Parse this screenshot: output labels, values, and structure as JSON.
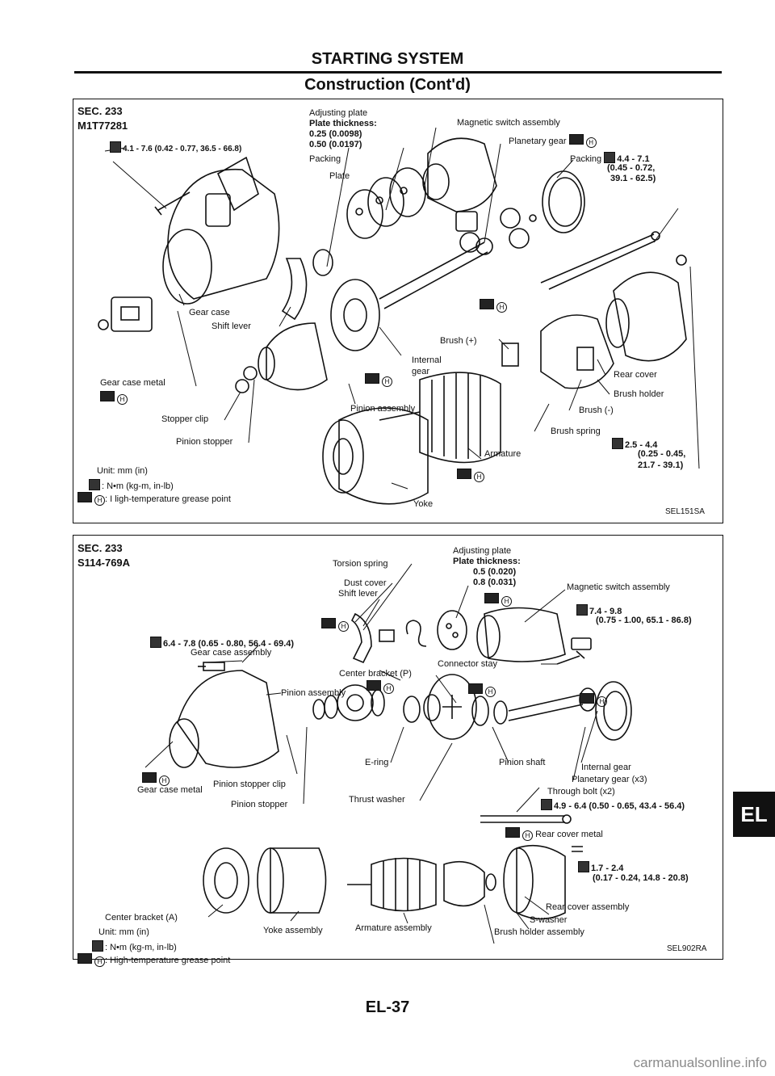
{
  "header": {
    "section": "STARTING SYSTEM",
    "subtitle": "Construction (Cont'd)"
  },
  "panel1": {
    "sec": "SEC. 233",
    "model": "M1T77281",
    "torque_top": "4.1 - 7.6 (0.42 - 0.77, 36.5 - 66.8)",
    "adjusting_plate": "Adjusting plate",
    "plate_thickness": "Plate thickness:",
    "thk1": "0.25 (0.0098)",
    "thk2": "0.50 (0.0197)",
    "packing": "Packing",
    "plate": "Plate",
    "magnetic_switch": "Magnetic switch assembly",
    "planetary_gear": "Planetary gear",
    "packing2": "Packing",
    "torque_packing_1": "4.4 - 7.1",
    "torque_packing_2": "(0.45 - 0.72,",
    "torque_packing_3": "39.1 - 62.5)",
    "gear_case": "Gear case",
    "shift_lever": "Shift lever",
    "brush_plus": "Brush (+)",
    "internal": "Internal",
    "gear": "gear",
    "rear_cover": "Rear cover",
    "brush_holder": "Brush holder",
    "brush_minus": "Brush (-)",
    "gear_case_metal": "Gear case metal",
    "pinion_assembly": "Pinion assembly",
    "stopper_clip": "Stopper clip",
    "pinion_stopper": "Pinion stopper",
    "brush_spring": "Brush spring",
    "armature": "Armature",
    "torque_brush_1": "2.5 - 4.4",
    "torque_brush_2": "(0.25 - 0.45,",
    "torque_brush_3": "21.7 - 39.1)",
    "unit": "Unit: mm (in)",
    "legend_torque": ": N•m (kg-m, in-lb)",
    "legend_grease": ": I ligh-temperature grease point",
    "yoke": "Yoke",
    "code": "SEL151SA"
  },
  "panel2": {
    "sec": "SEC. 233",
    "model": "S114-769A",
    "torsion_spring": "Torsion spring",
    "dust_cover": "Dust cover",
    "shift_lever": "Shift lever",
    "adjusting_plate": "Adjusting plate",
    "plate_thickness": "Plate thickness:",
    "thk1": "0.5 (0.020)",
    "thk2": "0.8 (0.031)",
    "magnetic_switch": "Magnetic switch assembly",
    "torque_mag_1": "7.4 - 9.8",
    "torque_mag_2": "(0.75 - 1.00, 65.1 - 86.8)",
    "torque_gear_case": "6.4 - 7.8 (0.65 - 0.80, 56.4 - 69.4)",
    "gear_case_assembly": "Gear case assembly",
    "center_bracket_p": "Center bracket (P)",
    "connector_stay": "Connector stay",
    "pinion_assembly": "Pinion assembly",
    "e_ring": "E-ring",
    "pinion_shaft": "Pinion shaft",
    "internal_gear": "Internal gear",
    "planetary_gear": "Planetary gear (x3)",
    "gear_case_metal": "Gear case metal",
    "pinion_stopper_clip": "Pinion stopper clip",
    "pinion_stopper": "Pinion stopper",
    "thrust_washer": "Thrust washer",
    "through_bolt": "Through bolt (x2)",
    "torque_through_bolt": "4.9 - 6.4 (0.50 - 0.65, 43.4 - 56.4)",
    "rear_cover_metal": "Rear cover metal",
    "torque_rear_1": "1.7 - 2.4",
    "torque_rear_2": "(0.17 - 0.24, 14.8 - 20.8)",
    "center_bracket_a": "Center bracket (A)",
    "rear_cover_assembly": "Rear cover assembly",
    "unit": "Unit: mm (in)",
    "yoke_assembly": "Yoke assembly",
    "armature_assembly": "Armature assembly",
    "s_washer": "S-washer",
    "legend_torque": ": N•m (kg-m, in-lb)",
    "brush_holder_assembly": "Brush holder assembly",
    "legend_grease": ": High-temperature grease point",
    "code": "SEL902RA"
  },
  "side_tab": "EL",
  "footer": {
    "page": "EL-37"
  },
  "watermark": "carmanualsonline.info",
  "icons": {
    "torque": "torque-wrench-icon",
    "grease": "grease-point-icon",
    "h_mark": "H"
  }
}
